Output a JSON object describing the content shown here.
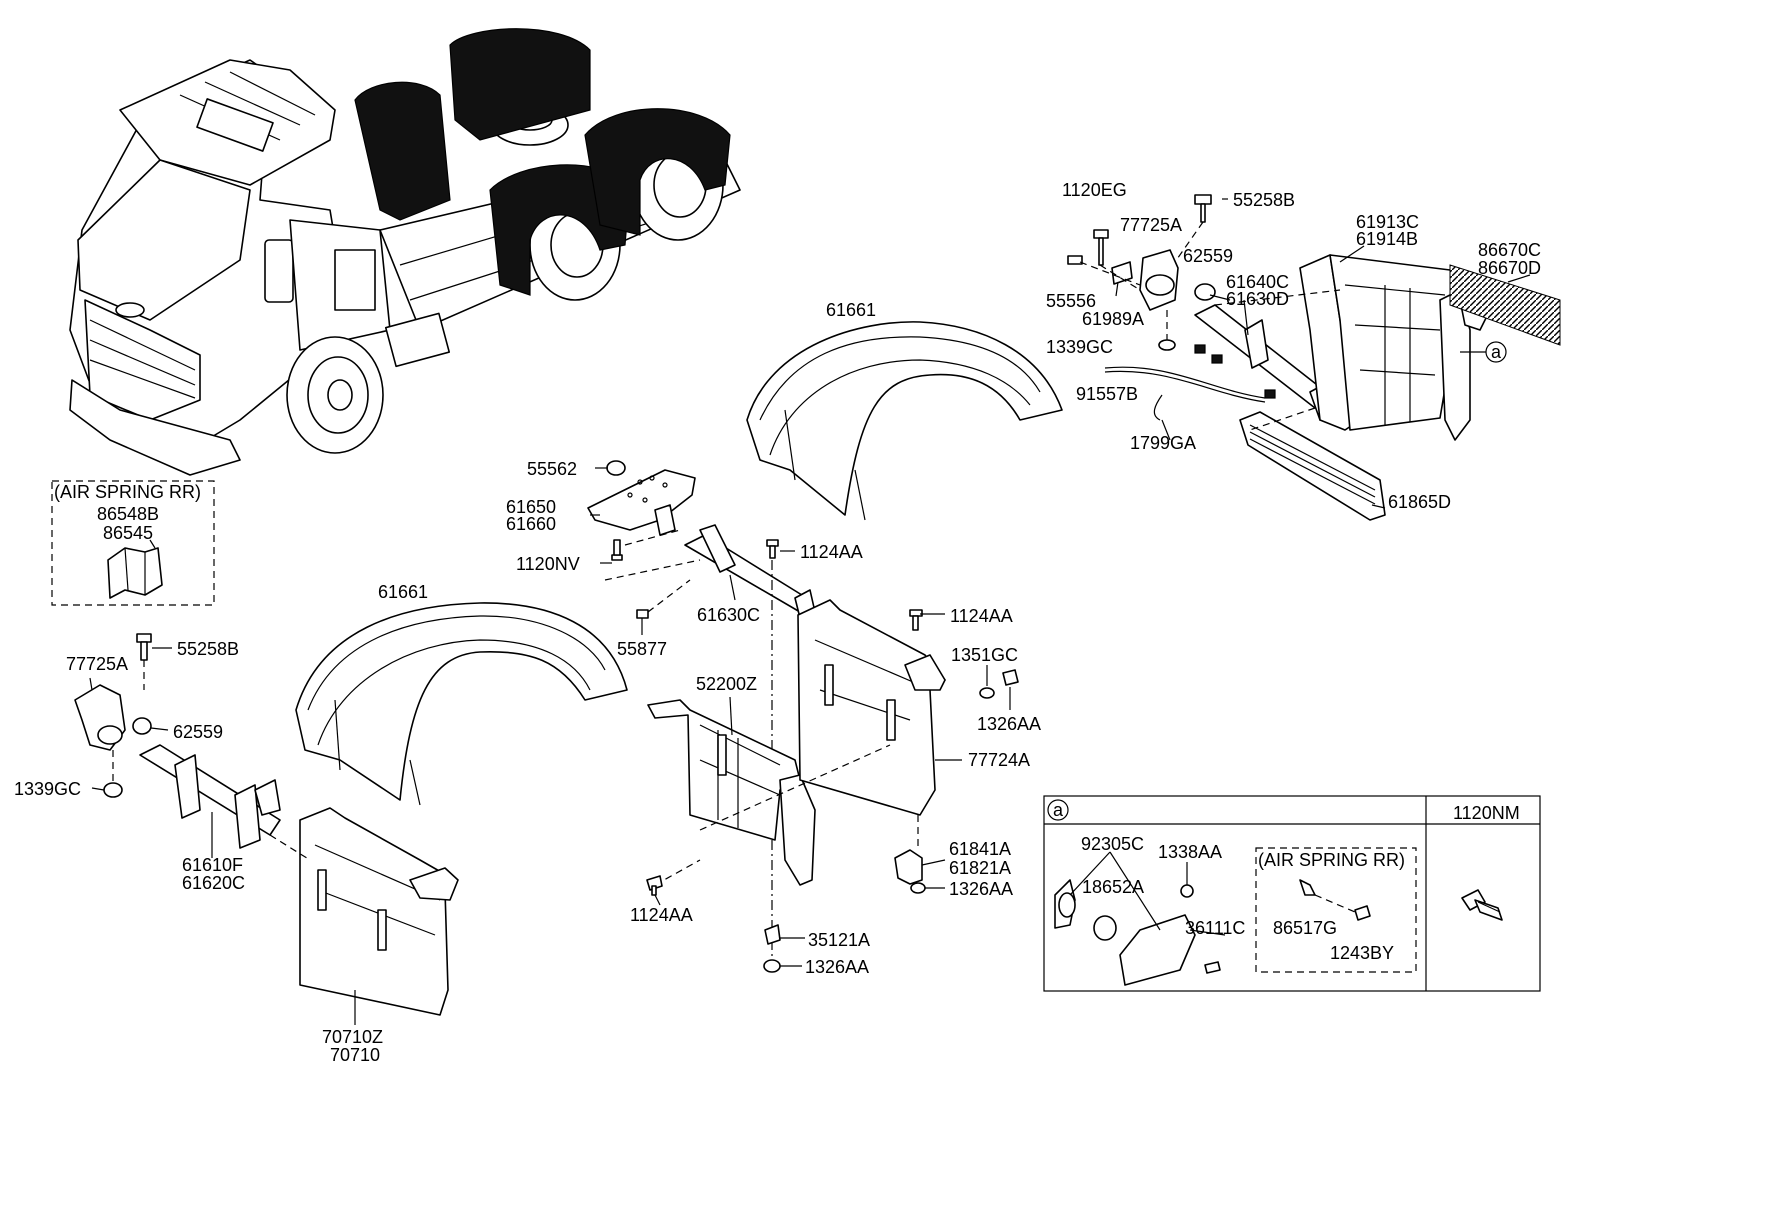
{
  "labels": {
    "p55258b_top": "55258B",
    "p1120eg": "1120EG",
    "p77725a_top": "77725A",
    "p62559_top": "62559",
    "p55556": "55556",
    "p61989a": "61989A",
    "p1339gc_top": "1339GC",
    "p91557b": "91557B",
    "p1799ga": "1799GA",
    "p61640c": "61640C",
    "p61630d": "61630D",
    "p61913c": "61913C",
    "p61914b": "61914B",
    "p86670c": "86670C",
    "p86670d": "86670D",
    "p61865d": "61865D",
    "p61661_top": "61661",
    "p61661_mid": "61661",
    "air_spring_left": "(AIR SPRING RR)",
    "p86548b": "86548B",
    "p86545": "86545",
    "p55562": "55562",
    "p61650": "61650",
    "p61660": "61660",
    "p1120nv": "1120NV",
    "p1124aa_a": "1124AA",
    "p61630c": "61630C",
    "p55877": "55877",
    "p1124aa_b": "1124AA",
    "p1351gc": "1351GC",
    "p1326aa_a": "1326AA",
    "p52200z": "52200Z",
    "p77724a": "77724A",
    "p61841a": "61841A",
    "p61821a": "61821A",
    "p1326aa_b": "1326AA",
    "p1124aa_c": "1124AA",
    "p35121a": "35121A",
    "p1326aa_c": "1326AA",
    "p55258b_left": "55258B",
    "p77725a_left": "77725A",
    "p62559_left": "62559",
    "p1339gc_left": "1339GC",
    "p61610f": "61610F",
    "p61620c": "61620C",
    "p70710z": "70710Z",
    "p70710": "70710",
    "callout_a": "a",
    "table_a": "a",
    "table_1120nm": "1120NM",
    "p92305c": "92305C",
    "p1338aa": "1338AA",
    "p18652a": "18652A",
    "p36111c": "36111C",
    "air_spring_table": "(AIR SPRING RR)",
    "p86517g": "86517G",
    "p1243by": "1243BY"
  }
}
